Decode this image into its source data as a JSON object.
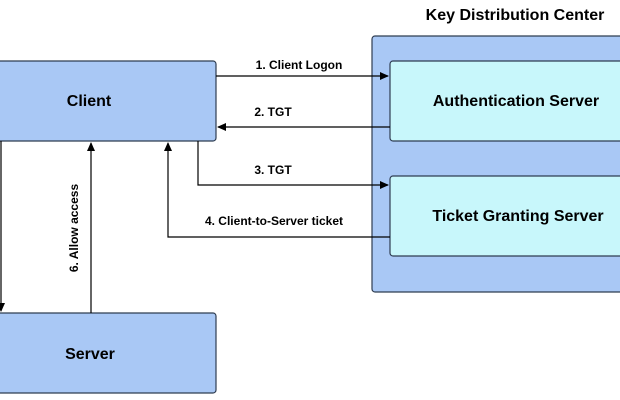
{
  "kdc": {
    "title": "Key Distribution Center"
  },
  "nodes": {
    "client": "Client",
    "server": "Server",
    "auth_server": "Authentication Server",
    "tgs": "Ticket Granting Server"
  },
  "edges": {
    "e1": "1. Client Logon",
    "e2": "2. TGT",
    "e3": "3. TGT",
    "e4": "4. Client-to-Server ticket",
    "e6": "6. Allow access"
  }
}
